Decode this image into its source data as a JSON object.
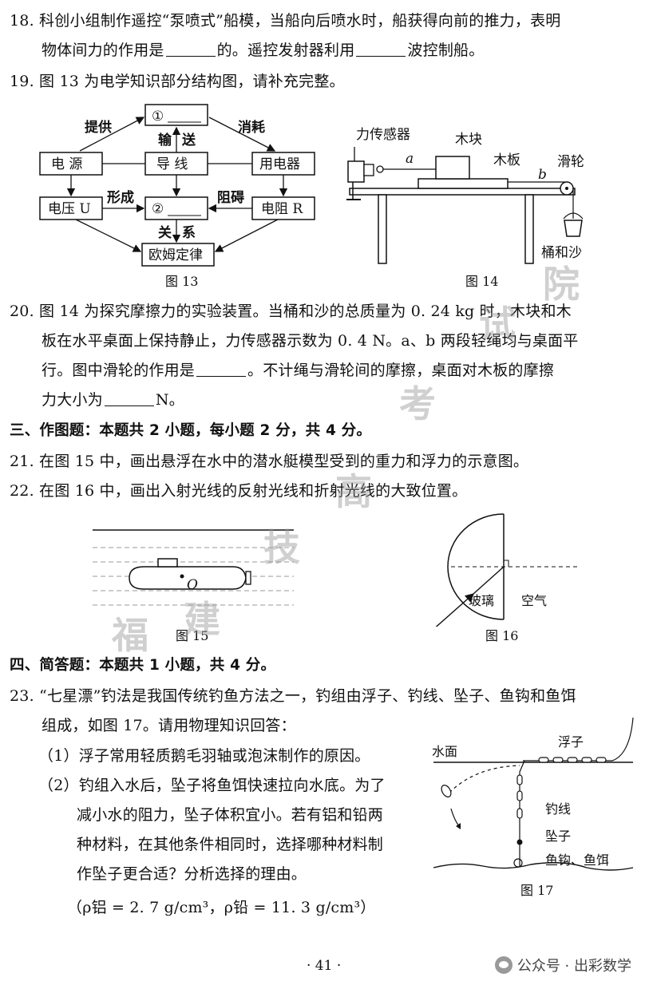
{
  "q18": {
    "l1": "18. 科创小组制作遥控“泵喷式”船模，当船向后喷水时，船获得向前的推力，表明",
    "l2a": "物体间力的作用是",
    "l2b": "的。遥控发射器利用",
    "l2c": "波控制船。"
  },
  "q19": {
    "l1": "19. 图 13 为电学知识部分结构图，请补充完整。"
  },
  "fig13": {
    "box1": "①",
    "box2": "②",
    "dianyuan": "电 源",
    "daoxian": "导 线",
    "yongdianqi": "用电器",
    "dianya": "电压 U",
    "dianzu": "电阻 R",
    "oumu": "欧姆定律",
    "tigong": "提供",
    "xiaohao": "消耗",
    "shu": "输",
    "song": "送",
    "xingcheng": "形成",
    "zuai": "阻碍",
    "guan": "关",
    "xi": "系",
    "caption": "图 13"
  },
  "fig14": {
    "sensor": "力传感器",
    "block": "木块",
    "board": "木板",
    "pulley": "滑轮",
    "a": "a",
    "b": "b",
    "bucket": "桶和沙",
    "caption": "图 14"
  },
  "q20": {
    "l1": "20. 图 14 为探究摩擦力的实验装置。当桶和沙的总质量为 0. 24 kg 时，木块和木",
    "l2": "板在水平桌面上保持静止，力传感器示数为 0. 4 N。a、b 两段轻绳均与桌面平",
    "l3a": "行。图中滑轮的作用是",
    "l3b": "。不计绳与滑轮间的摩擦，桌面对木板的摩擦",
    "l4a": "力大小为",
    "l4b": "N。"
  },
  "sec3": {
    "title": "三、作图题：本题共 2 小题，每小题 2 分，共 4 分。"
  },
  "q21": {
    "text": "21. 在图 15 中，画出悬浮在水中的潜水艇模型受到的重力和浮力的示意图。"
  },
  "q22": {
    "text": "22. 在图 16 中，画出入射光线的反射光线和折射光线的大致位置。"
  },
  "fig15": {
    "o": "O",
    "caption": "图 15"
  },
  "fig16": {
    "glass": "玻璃",
    "air": "空气",
    "caption": "图 16"
  },
  "sec4": {
    "title": "四、简答题：本题共 1 小题，共 4 分。"
  },
  "q23": {
    "l1": "23. “七星漂”钓法是我国传统钓鱼方法之一，钓组由浮子、钓线、坠子、鱼钩和鱼饵",
    "l2": "组成，如图 17。请用物理知识回答：",
    "p1": "（1）浮子常用轻质鹅毛羽轴或泡沫制作的原因。",
    "p2": "（2）钓组入水后，坠子将鱼饵快速拉向水底。为了",
    "p3": "减小水的阻力，坠子体积宜小。若有铝和铅两",
    "p4": "种材料，在其他条件相同时，选择哪种材料制",
    "p5": "作坠子更合适？分析选择的理由。",
    "p6": "（ρ铝 = 2. 7 g/cm³，ρ铅 = 11. 3 g/cm³）"
  },
  "fig17": {
    "water": "水面",
    "float": "浮子",
    "line": "钓线",
    "sinker": "坠子",
    "hook": "鱼钩、鱼饵",
    "caption": "图 17"
  },
  "watermark": {
    "chars": [
      "福",
      "建",
      "技",
      "高",
      "考",
      "试",
      "院"
    ]
  },
  "footer": {
    "page": "· 41 ·",
    "brand": "公众号 · 出彩数学"
  }
}
